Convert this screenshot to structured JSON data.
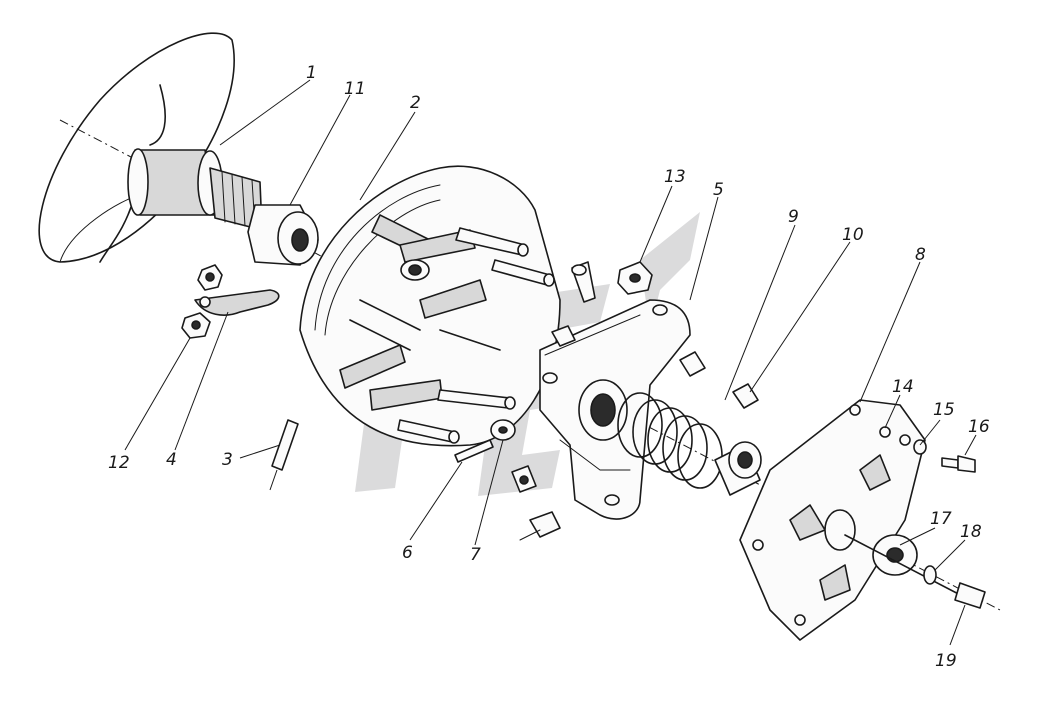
{
  "callouts": [
    {
      "id": "p1",
      "text": "1"
    },
    {
      "id": "p2",
      "text": "2"
    },
    {
      "id": "p3",
      "text": "3"
    },
    {
      "id": "p4",
      "text": "4"
    },
    {
      "id": "p5",
      "text": "5"
    },
    {
      "id": "p6",
      "text": "6"
    },
    {
      "id": "p7",
      "text": "7"
    },
    {
      "id": "p8",
      "text": "8"
    },
    {
      "id": "p9",
      "text": "9"
    },
    {
      "id": "p10",
      "text": "10"
    },
    {
      "id": "p11",
      "text": "11"
    },
    {
      "id": "p12",
      "text": "12"
    },
    {
      "id": "p13",
      "text": "13"
    },
    {
      "id": "p14",
      "text": "14"
    },
    {
      "id": "p15",
      "text": "15"
    },
    {
      "id": "p16",
      "text": "16"
    },
    {
      "id": "p17",
      "text": "17"
    },
    {
      "id": "p18",
      "text": "18"
    },
    {
      "id": "p19",
      "text": "19"
    }
  ],
  "style": {
    "ink": "#1a1a1a",
    "background": "#ffffff",
    "watermark": "#bdbdc0"
  }
}
